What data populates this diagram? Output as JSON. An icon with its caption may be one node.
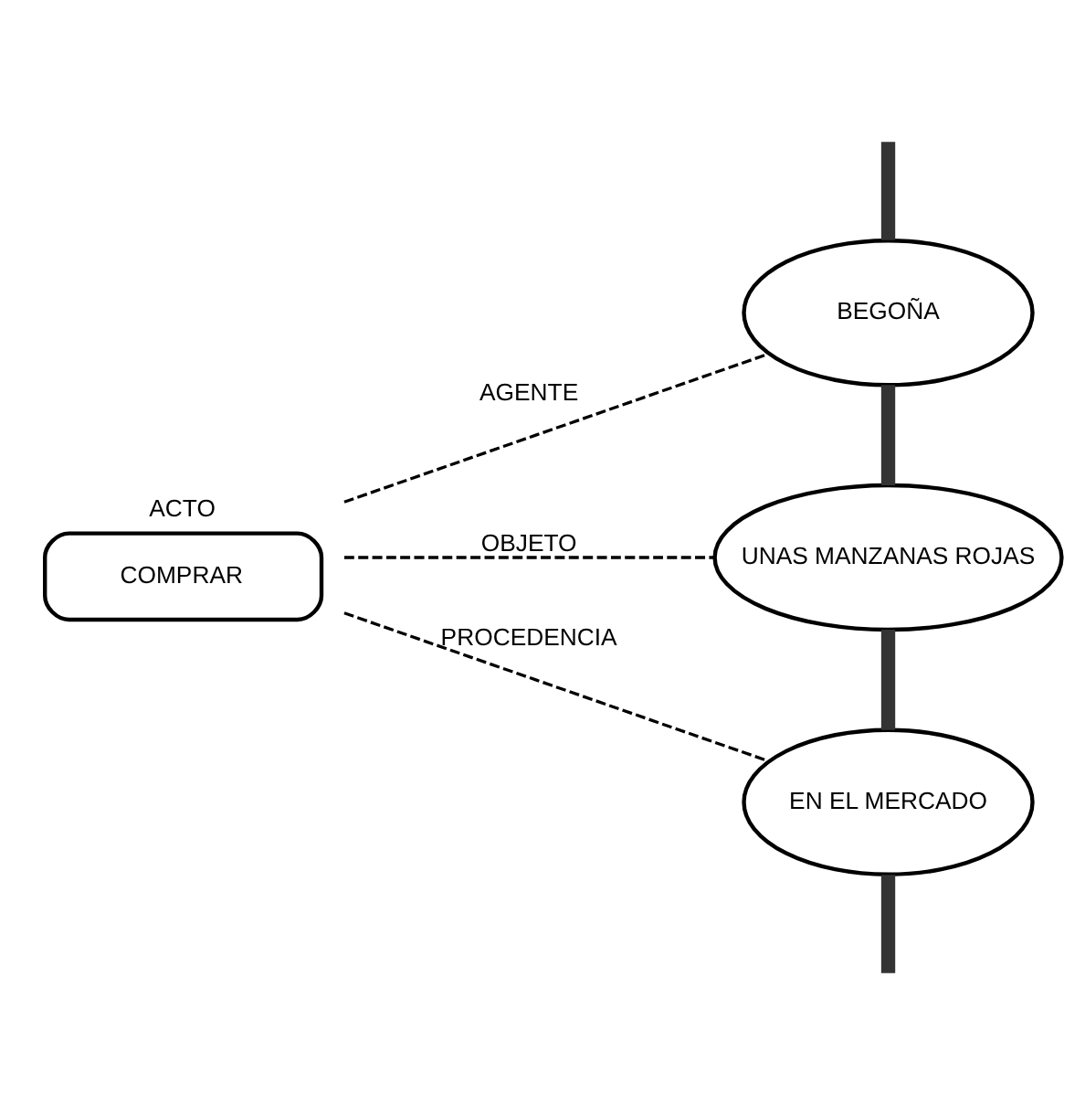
{
  "diagram": {
    "nodes": [
      {
        "text": [
          "ACTO",
          "COMPRAR"
        ]
      },
      {
        "text": [
          "BEGOÑA"
        ]
      },
      {
        "text": [
          "UNAS MANZANAS ROJAS"
        ]
      },
      {
        "text": [
          "EN EL MERCADO"
        ]
      }
    ],
    "edges": [
      {
        "from": 0,
        "to": 1,
        "arrow": "none",
        "label": "AGENTE",
        "style": "dashed"
      },
      {
        "from": 0,
        "to": 2,
        "arrow": "none",
        "label": "OBJETO",
        "style": "dashed"
      },
      {
        "from": 0,
        "to": 3,
        "arrow": "none",
        "label": "PROCEDENCIA",
        "style": "dashed"
      },
      {
        "from": null,
        "to": 1,
        "arrow": "none"
      },
      {
        "from": 1,
        "to": 2,
        "arrow": "none"
      },
      {
        "from": 2,
        "to": 3,
        "arrow": "none"
      },
      {
        "from": 3,
        "to": null,
        "arrow": "none"
      }
    ]
  }
}
